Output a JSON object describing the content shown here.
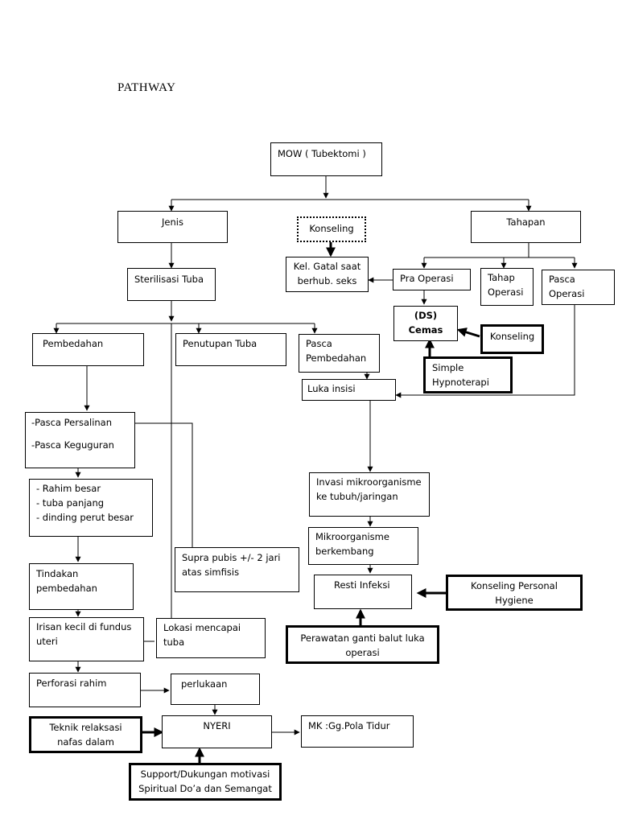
{
  "title": "PATHWAY",
  "nodes": {
    "mow": [
      "MOW ( Tubektomi )"
    ],
    "jenis": [
      "Jenis"
    ],
    "konseling_top": [
      "Konseling"
    ],
    "tahapan": [
      "Tahapan"
    ],
    "sterilisasi": [
      "Sterilisasi Tuba"
    ],
    "gatal": [
      "Kel. Gatal saat",
      "berhub. seks"
    ],
    "pra_operasi": [
      "Pra Operasi"
    ],
    "tahap_operasi": [
      "Tahap",
      "Operasi"
    ],
    "pasca_operasi": [
      "Pasca",
      "Operasi"
    ],
    "cemas": [
      "(DS)",
      "Cemas"
    ],
    "konseling_cemas": [
      "Konseling"
    ],
    "hypnoterapi": [
      "Simple",
      "Hypnoterapi"
    ],
    "pembedahan": [
      "Pembedahan"
    ],
    "penutupan": [
      "Penutupan Tuba"
    ],
    "pasca_pembedahan": [
      "Pasca",
      "Pembedahan"
    ],
    "luka_insisi": [
      "Luka insisi"
    ],
    "pasca_persalinan": [
      "-Pasca Persalinan",
      "-Pasca Keguguran"
    ],
    "rahim_besar": [
      "-  Rahim besar",
      "-  tuba panjang",
      "-  dinding perut besar"
    ],
    "invasi": [
      "Invasi mikroorganisme",
      "ke tubuh/jaringan"
    ],
    "mikro_berkembang": [
      "Mikroorganisme",
      "berkembang"
    ],
    "supra_pubis": [
      "Supra pubis +/- 2 jari",
      "atas simfisis"
    ],
    "tindakan": [
      "Tindakan",
      "pembedahan"
    ],
    "resti_infeksi": [
      "Resti Infeksi"
    ],
    "konseling_hygiene": [
      "Konseling Personal",
      "Hygiene"
    ],
    "irisan": [
      "Irisan kecil di fundus",
      "uteri"
    ],
    "lokasi": [
      "Lokasi mencapai",
      "tuba"
    ],
    "perawatan": [
      "Perawatan ganti balut luka",
      "operasi"
    ],
    "perforasi": [
      "Perforasi rahim"
    ],
    "perlukaan": [
      "perlukaan"
    ],
    "relaksasi": [
      "Teknik relaksasi",
      "nafas dalam"
    ],
    "nyeri": [
      "NYERI"
    ],
    "pola_tidur": [
      "MK :Gg.Pola Tidur"
    ],
    "support": [
      "Support/Dukungan motivasi",
      "Spiritual Do’a dan Semangat"
    ]
  }
}
